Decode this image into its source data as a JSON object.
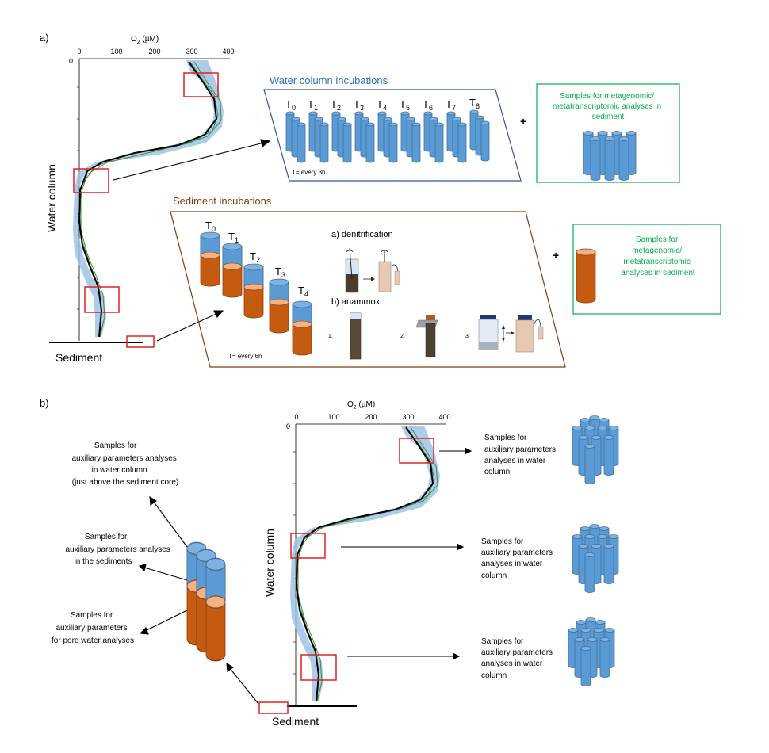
{
  "panel_a": {
    "label": "a)",
    "profile": {
      "x_title": "O",
      "x_sub": "2",
      "x_unit": " (µM)",
      "x_ticks": [
        "0",
        "100",
        "200",
        "300",
        "400"
      ],
      "y_tick_top": "0",
      "y_label": "Water column",
      "bottom_label": "Sediment"
    },
    "water_incubations": {
      "title": "Water column incubations",
      "timepoints": [
        {
          "t": "T",
          "sub": "0"
        },
        {
          "t": "T",
          "sub": "1"
        },
        {
          "t": "T",
          "sub": "2"
        },
        {
          "t": "T",
          "sub": "3"
        },
        {
          "t": "T",
          "sub": "4"
        },
        {
          "t": "T",
          "sub": "5"
        },
        {
          "t": "T",
          "sub": "6"
        },
        {
          "t": "T",
          "sub": "7"
        },
        {
          "t": "T",
          "sub": "8"
        }
      ],
      "interval": "T= every 3h"
    },
    "plus": "+",
    "water_samples_box": {
      "lines": [
        "Samples for metagenomic/",
        "metatranscriptomic analyses in",
        "sediment"
      ]
    },
    "sediment_incubations": {
      "title": "Sediment incubations",
      "timepoints": [
        {
          "t": "T",
          "sub": "0"
        },
        {
          "t": "T",
          "sub": "1"
        },
        {
          "t": "T",
          "sub": "2"
        },
        {
          "t": "T",
          "sub": "3"
        },
        {
          "t": "T",
          "sub": "4"
        }
      ],
      "interval": "T= every 6h",
      "denitrification": "a) denitrification",
      "anammox": "b) anammox",
      "steps": [
        "1.",
        "2.",
        "3."
      ]
    },
    "sediment_samples_box": {
      "lines": [
        "Samples for",
        "metagenomic/",
        "metatranscriptomic",
        "analyses in sediment"
      ]
    }
  },
  "panel_b": {
    "label": "b)",
    "left_labels": [
      {
        "lines": [
          "Samples for",
          "auxiliary parameters analyses",
          "in water column",
          "(just above the sediment core)"
        ]
      },
      {
        "lines": [
          "Samples for",
          "auxiliary parameters analyses",
          "in the sediments"
        ]
      },
      {
        "lines": [
          "Samples for",
          "auxiliary parameters",
          "for pore water analyses"
        ]
      }
    ],
    "profile": {
      "x_title": "O",
      "x_sub": "2",
      "x_unit": " (µM)",
      "x_ticks": [
        "0",
        "100",
        "200",
        "300",
        "400"
      ],
      "y_tick_top": "0",
      "y_label": "Water column",
      "bottom_label": "Sediment"
    },
    "right_labels": [
      {
        "lines": [
          "Samples for",
          "auxiliary parameters",
          "analyses in water",
          "column"
        ]
      },
      {
        "lines": [
          "Samples for",
          "auxiliary parameters",
          "analyses in water",
          "column"
        ]
      },
      {
        "lines": [
          "Samples for",
          "auxiliary parameters",
          "analyses in water",
          "column"
        ]
      }
    ]
  },
  "colors": {
    "water": "#5b9bd5",
    "water_dark": "#41719c",
    "sediment": "#c55a11",
    "sediment_light": "#f4b183",
    "highlight_box": "#e02020",
    "water_title": "#2e75b6",
    "sediment_title": "#843c0c",
    "green_text": "#00b050",
    "green_line": "#3d8c40",
    "profile_fill": "#9dc3e6",
    "box_blue": "#2f5597",
    "box_brown": "#843c0c",
    "box_green": "#00b050"
  }
}
